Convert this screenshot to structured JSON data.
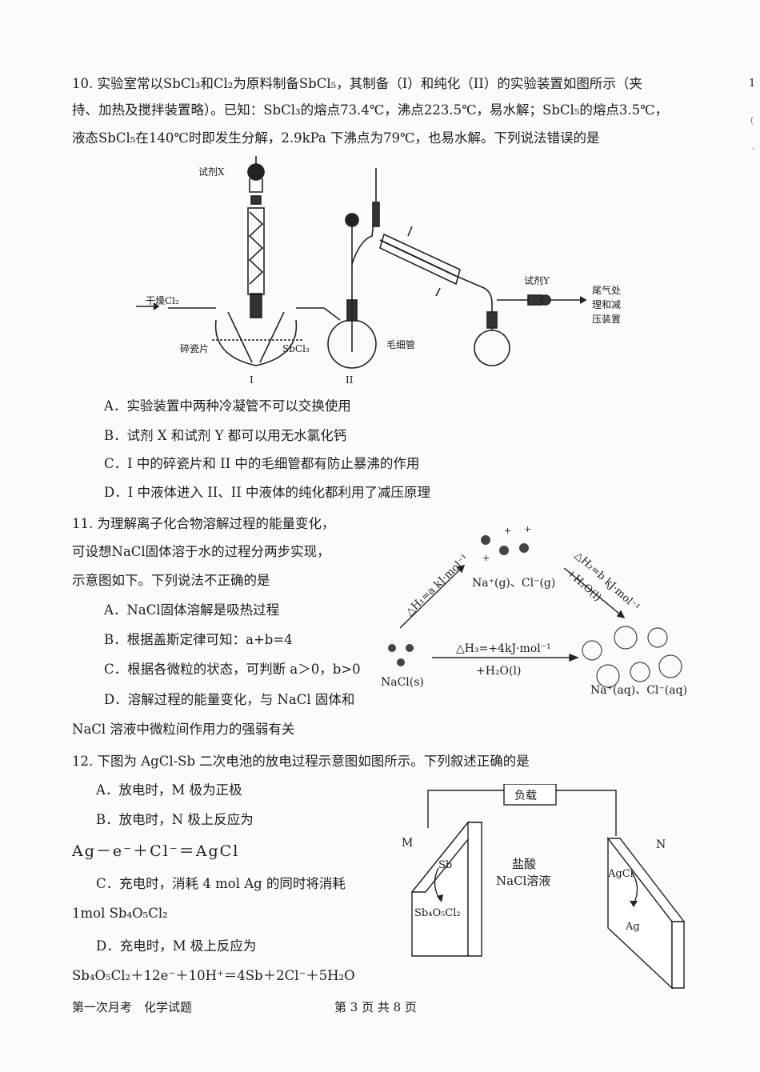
{
  "q10": {
    "lines": [
      "10. 实验室常以SbCl₃和Cl₂为原料制备SbCl₅，其制备（I）和纯化（II）的实验装置如图所示（夹",
      "持、加热及搅拌装置略）。已知：SbCl₃的熔点73.4℃，沸点223.5℃，易水解；SbCl₅的熔点3.5℃，",
      "液态SbCl₅在140℃时即发生分解，2.9kPa 下沸点为79℃，也易水解。下列说法错误的是"
    ],
    "figure": {
      "reagent_x": "试剂X",
      "dry_cl2": "干燥Cl₂",
      "broken_porcelain": "碎瓷片",
      "sbcl3": "SbCl₃",
      "capillary": "毛细管",
      "reagent_y": "试剂Y",
      "tail_gas": [
        "尾气处",
        "理和减",
        "压装置"
      ],
      "label_1": "I",
      "label_2": "II"
    },
    "options": [
      "A．实验装置中两种冷凝管不可以交换使用",
      "B．试剂 X 和试剂 Y 都可以用无水氯化钙",
      "C．I 中的碎瓷片和 II 中的毛细管都有防止暴沸的作用",
      "D．I 中液体进入 II、II 中液体的纯化都利用了减压原理"
    ]
  },
  "q11": {
    "lines": [
      "11. 为理解离子化合物溶解过程的能量变化，",
      "可设想NaCl固体溶于水的过程分两步实现，",
      "示意图如下。下列说法不正确的是"
    ],
    "options": [
      "A．NaCl固体溶解是吸热过程",
      "B．根据盖斯定律可知：a+b=4",
      "C．根据各微粒的状态，可判断 a＞0，b>0",
      "D．溶解过程的能量变化，与 NaCl 固体和"
    ],
    "continuation": "NaCl 溶液中微粒间作用力的强弱有关",
    "figure": {
      "dh1": "△H₁=a kJ·mol⁻¹",
      "dh2": "△H₂=b kJ·mol⁻¹",
      "dh2_water": "+H₂O(l)",
      "dh3": "△H₃=+4kJ·mol⁻¹",
      "dh3_water": "+H₂O(l)",
      "gas_ions": "Na⁺(g)、Cl⁻(g)",
      "solid": "NaCl(s)",
      "aq_ions": "Na⁺(aq)、Cl⁻(aq)"
    }
  },
  "q12": {
    "title": "12. 下图为 AgCl-Sb 二次电池的放电过程示意图如图所示。下列叙述正确的是",
    "option_a": "A．放电时，M 极为正极",
    "option_b": "B．放电时，N 极上反应为",
    "option_b_eq": "Ag－e⁻＋Cl⁻＝AgCl",
    "option_c": "C．充电时，消耗 4 mol Ag 的同时将消耗",
    "option_c_cont": "1mol Sb₄O₅Cl₂",
    "option_d": "D．充电时，M 极上反应为",
    "option_d_eq": "Sb₄O₅Cl₂＋12e⁻＋10H⁺＝4Sb＋2Cl⁻＋5H₂O",
    "figure": {
      "load": "负载",
      "m": "M",
      "n": "N",
      "sb": "Sb",
      "sb4o5cl2": "Sb₄O₅Cl₂",
      "electrolyte_1": "盐酸",
      "electrolyte_2": "NaCl溶液",
      "agcl": "AgCl",
      "ag": "Ag"
    }
  },
  "footer": {
    "left": "第一次月考　化学试题",
    "center": "第 3 页 共 8 页"
  },
  "margin_marks": [
    "1",
    "(",
    ","
  ]
}
